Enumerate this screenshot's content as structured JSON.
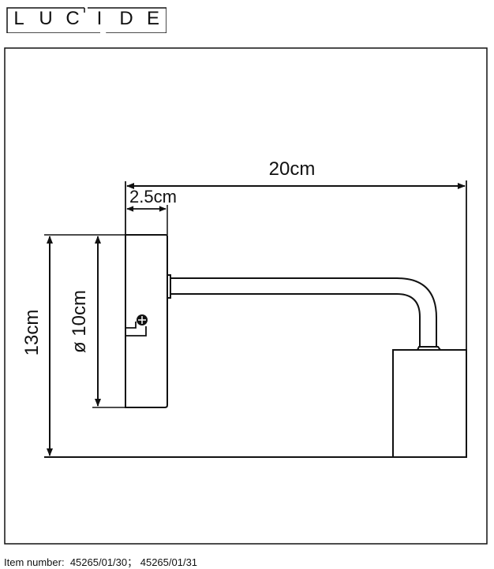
{
  "logo": {
    "letters": [
      "L",
      "U",
      "C",
      "I",
      "D",
      "E"
    ],
    "brand": "LUCIDE"
  },
  "drawing": {
    "dimensions": {
      "total_length": "20cm",
      "base_depth": "2.5cm",
      "base_diameter": "ø 10cm",
      "total_height": "13cm"
    }
  },
  "footer": {
    "item_number_label": "Item number:",
    "item_numbers": "45265/01/30； 45265/01/31"
  },
  "colors": {
    "line": "#111111",
    "background": "#ffffff"
  }
}
